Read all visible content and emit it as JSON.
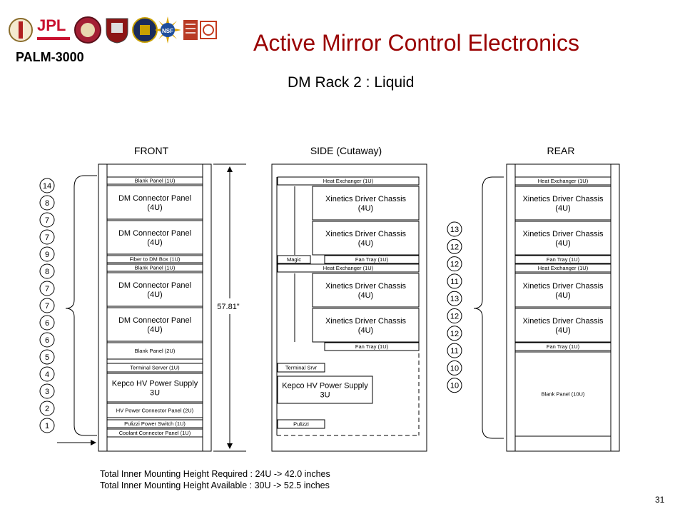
{
  "slide": {
    "title": "Active Mirror Control Electronics",
    "project": "PALM-3000",
    "subtitle": "DM Rack 2 : Liquid",
    "page_number": "31",
    "logo_text": {
      "jpl": "JPL",
      "nsf": "NSF"
    }
  },
  "sections": {
    "front": "FRONT",
    "side": "SIDE (Cutaway)",
    "rear": "REAR"
  },
  "height_label": "57.81\"",
  "front_panels": [
    {
      "label": "Blank Panel (1U)",
      "size": "small"
    },
    {
      "label": "DM Connector Panel|(4U)",
      "size": "large"
    },
    {
      "label": "DM Connector Panel|(4U)",
      "size": "large"
    },
    {
      "label": "Fiber to DM Box (1U)",
      "size": "small"
    },
    {
      "label": "Blank Panel (1U)",
      "size": "small"
    },
    {
      "label": "DM Connector Panel|(4U)",
      "size": "large"
    },
    {
      "label": "DM Connector Panel|(4U)",
      "size": "large"
    },
    {
      "label": "Blank Panel (2U)",
      "size": "small"
    },
    {
      "label": "Terminal Server (1U)",
      "size": "small"
    },
    {
      "label": "Kepco HV Power Supply|3U",
      "size": "large"
    },
    {
      "label": "HV Power Connector Panel (2U)",
      "size": "small"
    },
    {
      "label": "Pulizzi Power Switch (1U)",
      "size": "small"
    },
    {
      "label": "Coolant Connector Panel (1U)",
      "size": "small"
    }
  ],
  "side_panels": [
    {
      "label": "Heat Exchanger (1U)",
      "size": "small"
    },
    {
      "label": "Xinetics Driver Chassis|(4U)",
      "size": "large"
    },
    {
      "label": "Xinetics Driver Chassis|(4U)",
      "size": "large"
    },
    {
      "label": "Magic",
      "size": "small"
    },
    {
      "label": "Fan Tray (1U)",
      "size": "small"
    },
    {
      "label": "Heat Exchanger (1U)",
      "size": "small"
    },
    {
      "label": "Xinetics Driver Chassis|(4U)",
      "size": "large"
    },
    {
      "label": "Xinetics Driver Chassis|(4U)",
      "size": "large"
    },
    {
      "label": "Fan Tray (1U)",
      "size": "small"
    },
    {
      "label": "Terminal Srvr",
      "size": "small"
    },
    {
      "label": "Kepco HV Power Supply|3U",
      "size": "large"
    },
    {
      "label": "Pulizzi",
      "size": "small"
    }
  ],
  "rear_panels": [
    {
      "label": "Heat Exchanger (1U)",
      "size": "small"
    },
    {
      "label": "Xinetics Driver Chassis|(4U)",
      "size": "large"
    },
    {
      "label": "Xinetics Driver Chassis|(4U)",
      "size": "large"
    },
    {
      "label": "Fan Tray (1U)",
      "size": "small"
    },
    {
      "label": "Heat Exchanger (1U)",
      "size": "small"
    },
    {
      "label": "Xinetics Driver Chassis|(4U)",
      "size": "large"
    },
    {
      "label": "Xinetics Driver Chassis|(4U)",
      "size": "large"
    },
    {
      "label": "Fan Tray (1U)",
      "size": "small"
    },
    {
      "label": "Blank Panel (10U)",
      "size": "small"
    }
  ],
  "front_circles": [
    "14",
    "8",
    "7",
    "7",
    "9",
    "8",
    "7",
    "7",
    "6",
    "6",
    "5",
    "4",
    "3",
    "2",
    "1"
  ],
  "rear_circles": [
    "13",
    "12",
    "12",
    "11",
    "13",
    "12",
    "12",
    "11",
    "10",
    "10"
  ],
  "notes": [
    "Total Inner Mounting Height Required : 24U -> 42.0 inches",
    "Total Inner Mounting Height Available : 30U -> 52.5 inches"
  ]
}
